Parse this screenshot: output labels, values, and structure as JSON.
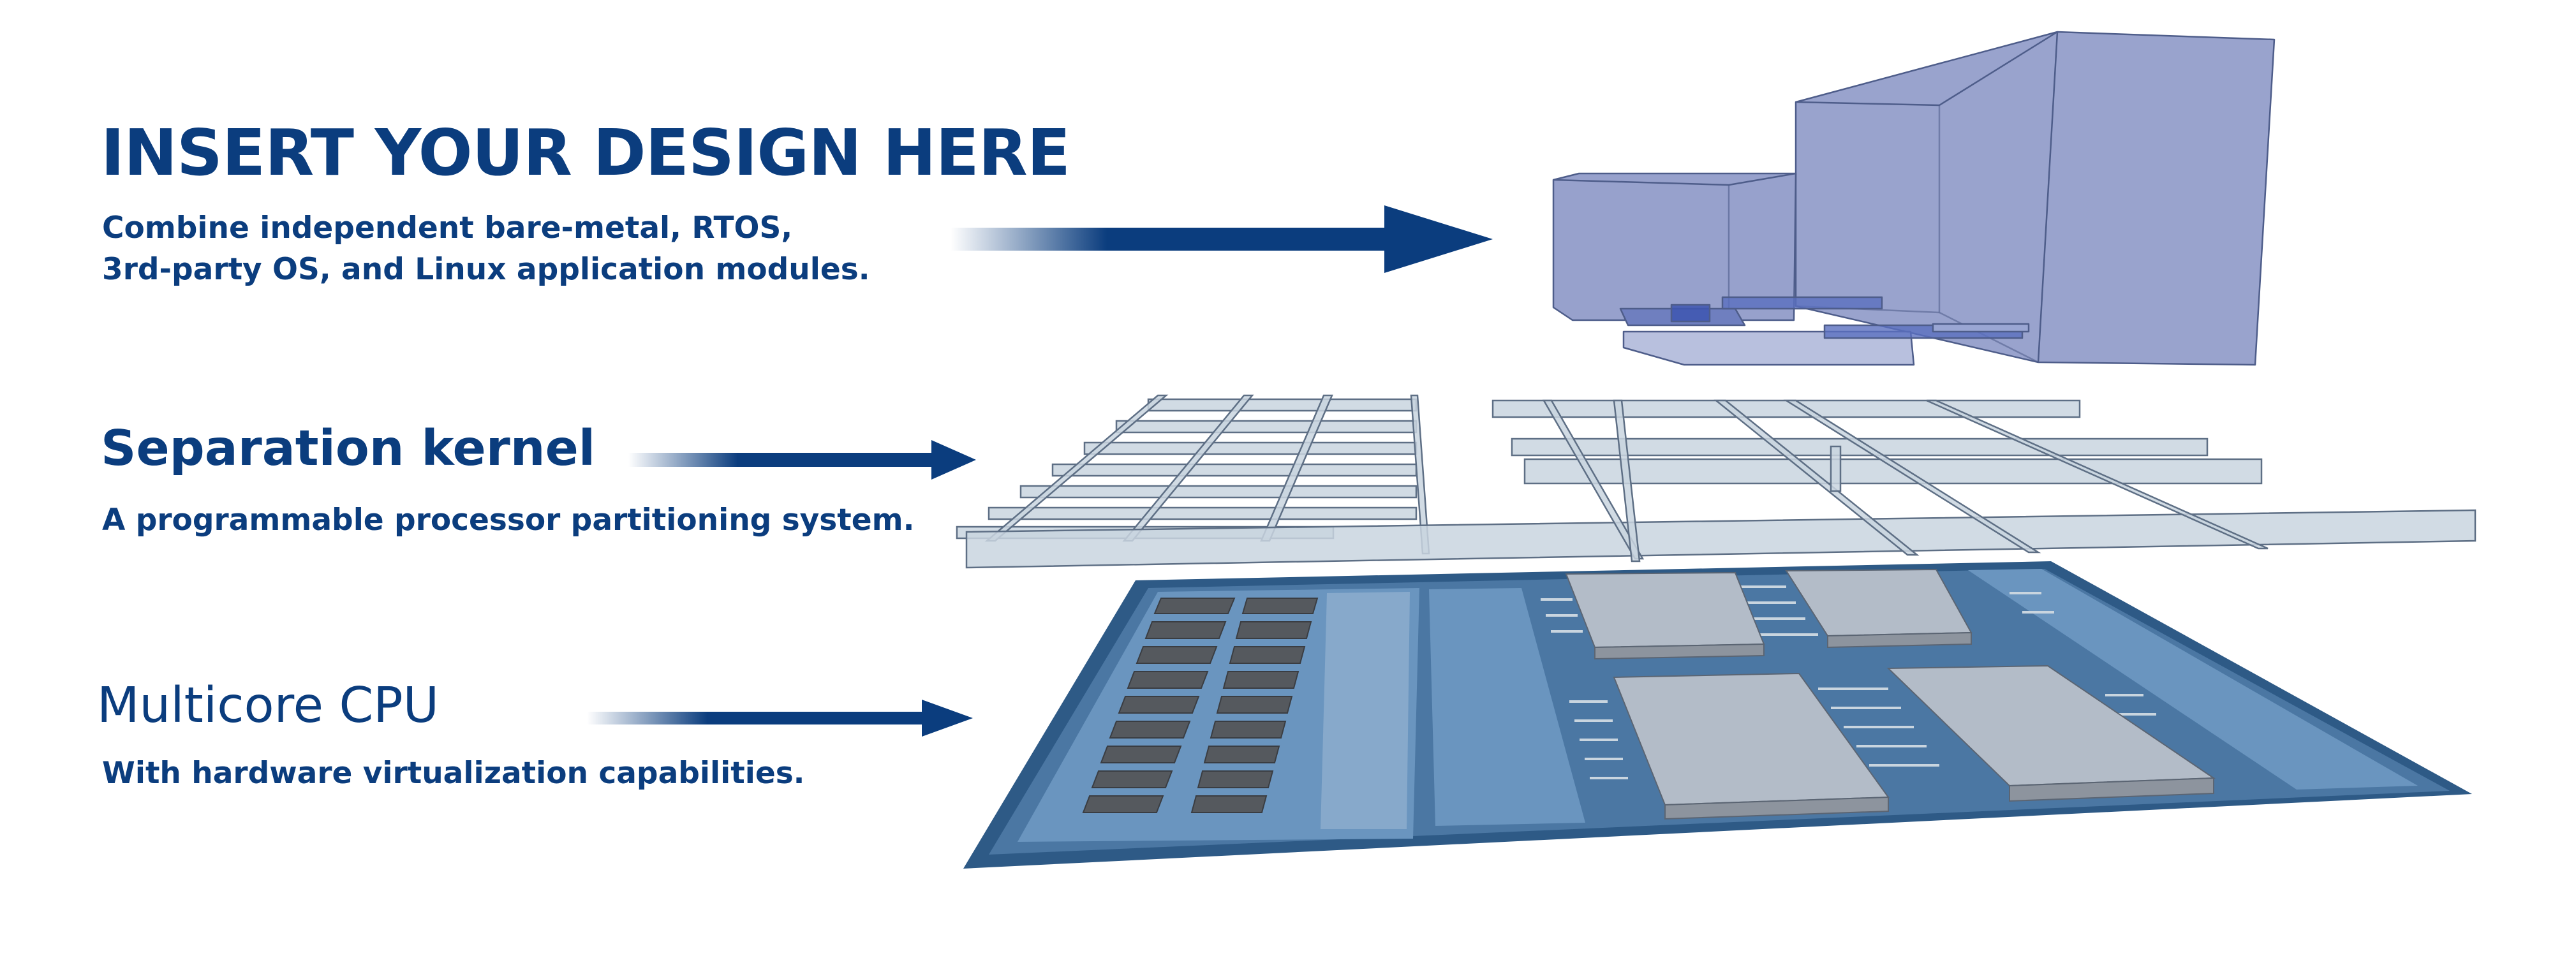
{
  "layers": [
    {
      "title": "INSERT YOUR DESIGN HERE",
      "description_lines": [
        "Combine independent bare-metal, RTOS,",
        "3rd-party OS, and Linux application modules."
      ]
    },
    {
      "title": "Separation kernel",
      "description": "A programmable processor partitioning system."
    },
    {
      "title": "Multicore CPU",
      "description": "With hardware virtualization capabilities."
    }
  ],
  "colors": {
    "text": "#0b3d7e",
    "arrow": "#0b3d7e",
    "module_fill": "#8e99c8",
    "kernel_fill": "#c9d5df",
    "cpu_base": "#2e5a86",
    "cpu_panel": "#6f9ac2",
    "core_block": "#a8b3c1",
    "memory_cell": "#55595e"
  }
}
